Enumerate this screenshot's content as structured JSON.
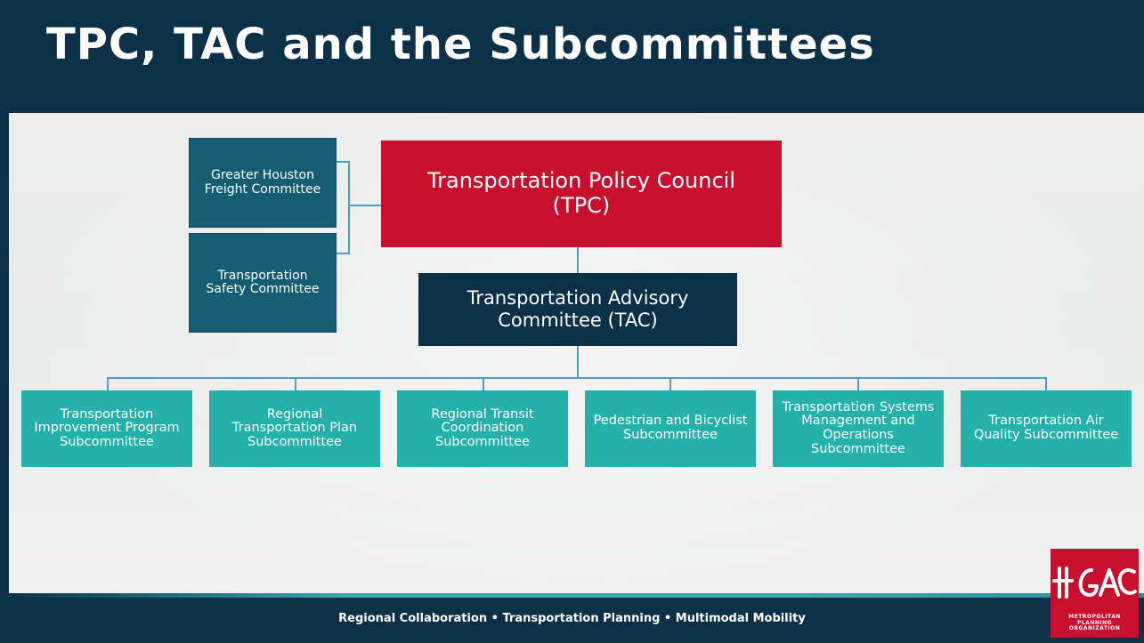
{
  "title": "TPC, TAC and the Subcommittees",
  "footer": "Regional Collaboration  •  Transportation Planning  •  Multimodal Mobility",
  "colors": {
    "title_bar": "#0c3046",
    "tpc": "#c8102e",
    "tac": "#0c3046",
    "side_committee": "#145d73",
    "subcommittee": "#23b1aa",
    "accent_line": "#3aa6b0"
  },
  "org_chart": {
    "top": {
      "line1": "Transportation Policy Council",
      "line2": "(TPC)"
    },
    "advisory": {
      "line1": "Transportation Advisory",
      "line2": "Committee (TAC)"
    },
    "side_committees": [
      {
        "line1": "Greater Houston",
        "line2": "Freight Committee"
      },
      {
        "line1": "Transportation",
        "line2": "Safety Committee"
      }
    ],
    "subcommittees": [
      {
        "lines": [
          "Transportation",
          "Improvement Program",
          "Subcommittee"
        ]
      },
      {
        "lines": [
          "Regional",
          "Transportation Plan",
          "Subcommittee"
        ]
      },
      {
        "lines": [
          "Regional Transit",
          "Coordination",
          "Subcommittee"
        ]
      },
      {
        "lines": [
          "Pedestrian and Bicyclist",
          "Subcommittee"
        ]
      },
      {
        "lines": [
          "Transportation Systems",
          "Management and",
          "Operations",
          "Subcommittee"
        ]
      },
      {
        "lines": [
          "Transportation Air",
          "Quality Subcommittee"
        ]
      }
    ]
  },
  "logo": {
    "icon": "hgac-logo-icon",
    "lines": [
      "METROPOLITAN",
      "PLANNING",
      "ORGANIZATION"
    ]
  }
}
